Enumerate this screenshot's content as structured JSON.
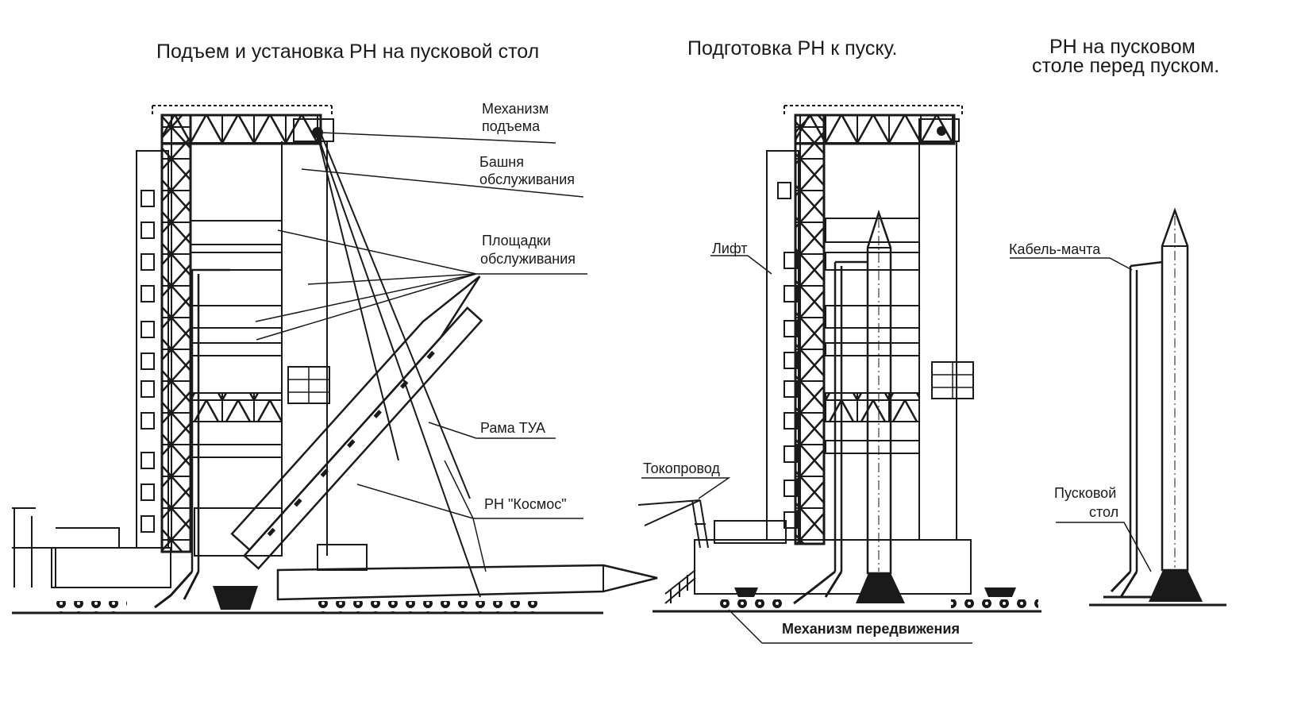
{
  "titles": {
    "left": "Подъем и установка РН на пусковой стол",
    "middle": "Подготовка РН к пуску.",
    "right_line1": "РН на пусковом",
    "right_line2": "столе перед пуском."
  },
  "labels": {
    "lift_mechanism_1": "Механизм",
    "lift_mechanism_2": "подъема",
    "service_tower_1": "Башня",
    "service_tower_2": "обслуживания",
    "platforms_1": "Площадки",
    "platforms_2": "обслуживания",
    "frame": "Рама ТУА",
    "rocket": "РН \"Космос\"",
    "elevator": "Лифт",
    "cable_mast": "Кабель-мачта",
    "current_lead": "Токопровод",
    "launch_table_1": "Пусковой",
    "launch_table_2": "стол",
    "movement_mechanism": "Механизм передвижения"
  }
}
